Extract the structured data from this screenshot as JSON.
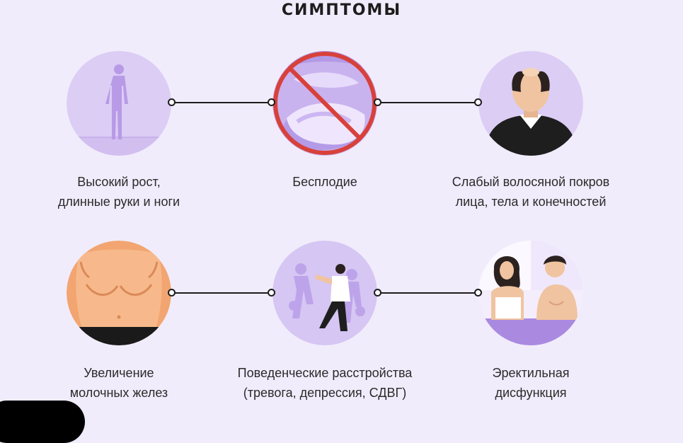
{
  "title": "СИМПТОМЫ",
  "symptoms": [
    {
      "line1": "Высокий рост,",
      "line2": "длинные руки и ноги",
      "icon": "tall-figure-icon"
    },
    {
      "line1": "Бесплодие",
      "line2": "",
      "icon": "infertility-crossed-icon"
    },
    {
      "line1": "Слабый волосяной покров",
      "line2": "лица, тела и конечностей",
      "icon": "balding-man-icon"
    },
    {
      "line1": "Увеличение",
      "line2": "молочных желез",
      "icon": "enlarged-chest-icon"
    },
    {
      "line1": "Поведенческие расстройства",
      "line2": "(тревога, депрессия, СДВГ)",
      "icon": "anxious-person-icon"
    },
    {
      "line1": "Эректильная",
      "line2": "дисфункция",
      "icon": "couple-in-bed-icon"
    }
  ],
  "colors": {
    "background": "#f1ecfb",
    "circle": "#d8c8f4",
    "accent_red": "#d8413b",
    "line": "#1d1d1d"
  }
}
